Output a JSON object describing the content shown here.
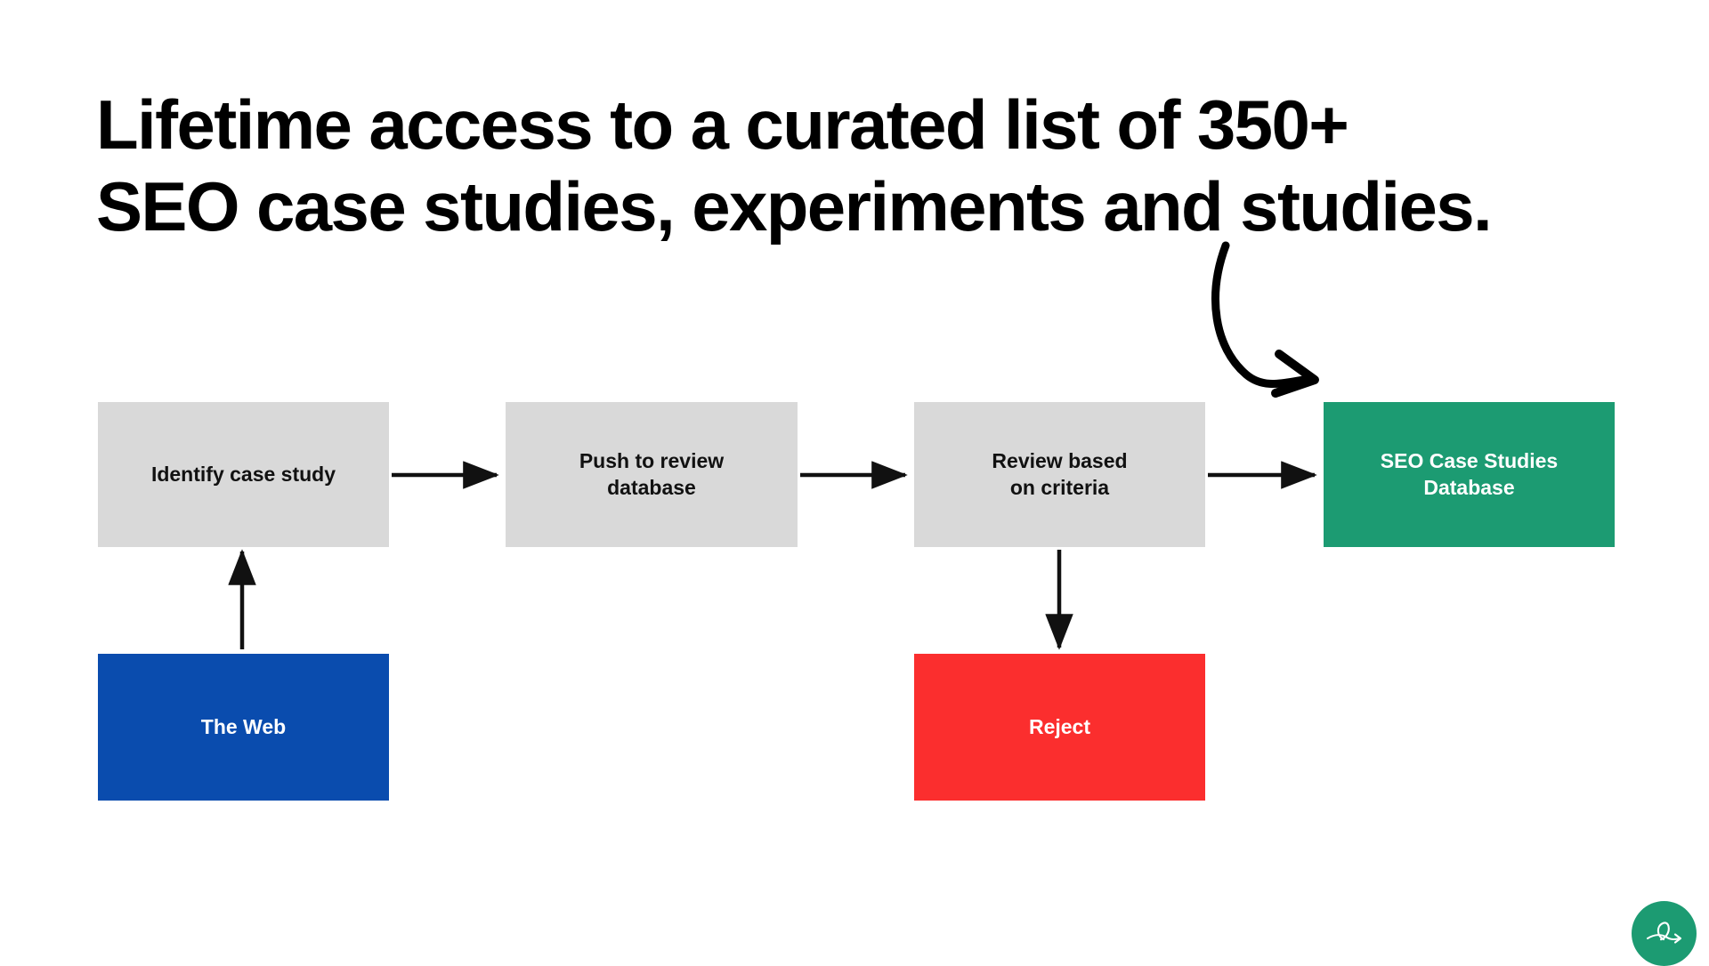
{
  "slide": {
    "background_color": "#ffffff",
    "headline": {
      "line1": "Lifetime access to a curated list of 350+",
      "line2": "SEO case studies, experiments and studies.",
      "color": "#000000"
    }
  },
  "diagram": {
    "type": "flowchart",
    "nodes": [
      {
        "id": "the-web",
        "label": "The Web",
        "fill": "#0a4cae",
        "text_color": "#ffffff",
        "role": "source"
      },
      {
        "id": "identify",
        "label": "Identify case study",
        "fill": "#d9d9d9",
        "text_color": "#111111",
        "role": "process"
      },
      {
        "id": "push",
        "label": "Push to review\ndatabase",
        "fill": "#d9d9d9",
        "text_color": "#111111",
        "role": "process"
      },
      {
        "id": "review",
        "label": "Review based\non criteria",
        "fill": "#d9d9d9",
        "text_color": "#111111",
        "role": "decision"
      },
      {
        "id": "database",
        "label": "SEO Case Studies\nDatabase",
        "fill": "#1c9b72",
        "text_color": "#ffffff",
        "role": "output"
      },
      {
        "id": "reject",
        "label": "Reject",
        "fill": "#fb2e2e",
        "text_color": "#ffffff",
        "role": "terminal"
      }
    ],
    "edges": [
      {
        "from": "the-web",
        "to": "identify",
        "direction": "up"
      },
      {
        "from": "identify",
        "to": "push",
        "direction": "right"
      },
      {
        "from": "push",
        "to": "review",
        "direction": "right"
      },
      {
        "from": "review",
        "to": "database",
        "direction": "right"
      },
      {
        "from": "review",
        "to": "reject",
        "direction": "down"
      }
    ],
    "annotation_arrow": {
      "style": "hand-drawn-curve",
      "from": "headline",
      "to": "database",
      "color": "#000000"
    }
  },
  "logo": {
    "name": "lasso-arrow-logo",
    "background_color": "#1c9b72",
    "mark_color": "#ffffff"
  }
}
